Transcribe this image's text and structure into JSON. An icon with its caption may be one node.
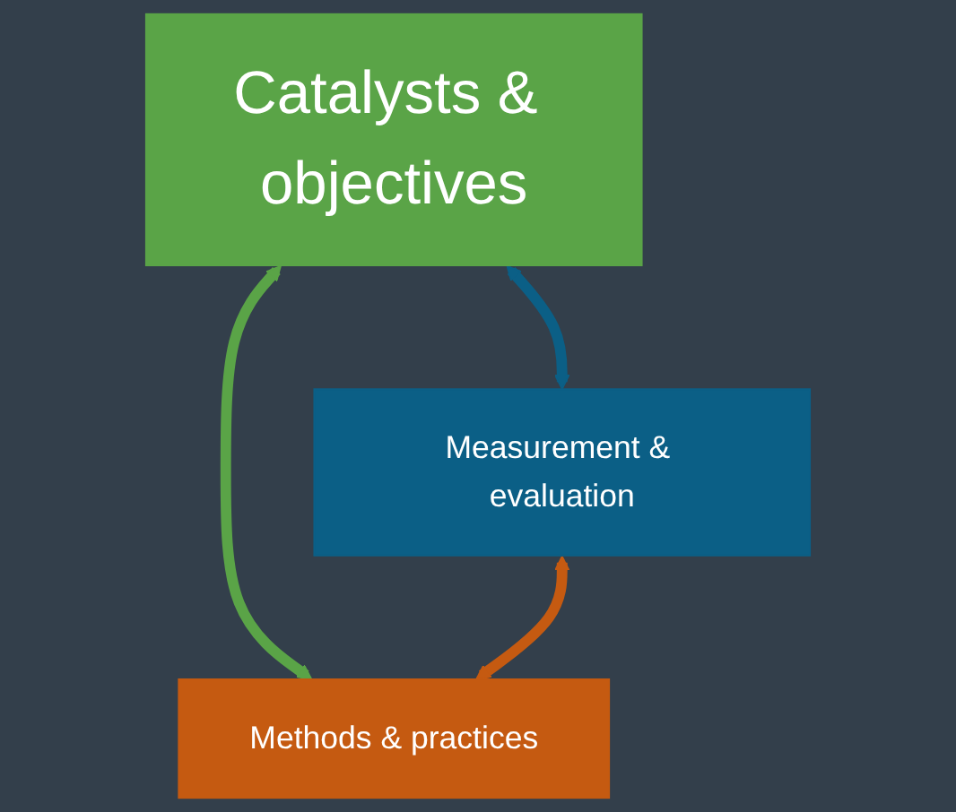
{
  "diagram": {
    "nodes": [
      {
        "text": [
          "Catalysts & objectives"
        ]
      },
      {
        "text": [
          "Measurement & evaluation"
        ]
      },
      {
        "text": [
          "Methods & practices"
        ]
      }
    ],
    "edges": [
      {
        "from": 0,
        "to": 1,
        "arrow": "both",
        "color": "#0b5f86"
      },
      {
        "from": 0,
        "to": 2,
        "arrow": "both",
        "color": "#5aa447"
      },
      {
        "from": 1,
        "to": 2,
        "arrow": "both",
        "color": "#c55a11"
      }
    ]
  }
}
